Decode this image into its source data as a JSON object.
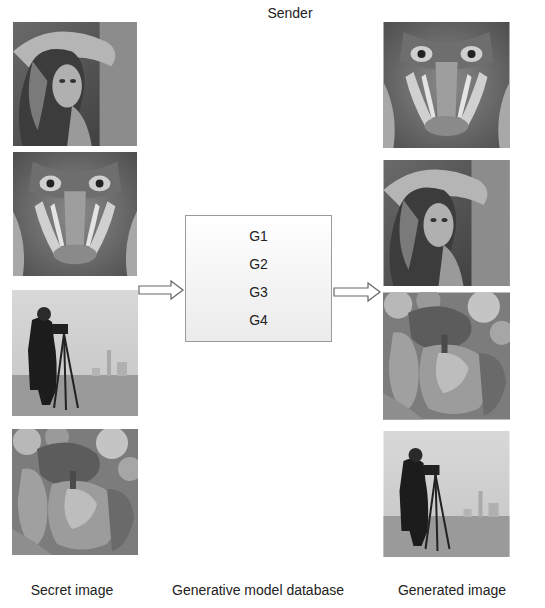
{
  "diagram": {
    "title": "Sender",
    "nodes": [
      {
        "text": [
          "G1",
          "G2",
          "G3",
          "G4"
        ]
      }
    ],
    "labels": [
      "Secret image",
      "Generative model database",
      "Generated image"
    ]
  }
}
